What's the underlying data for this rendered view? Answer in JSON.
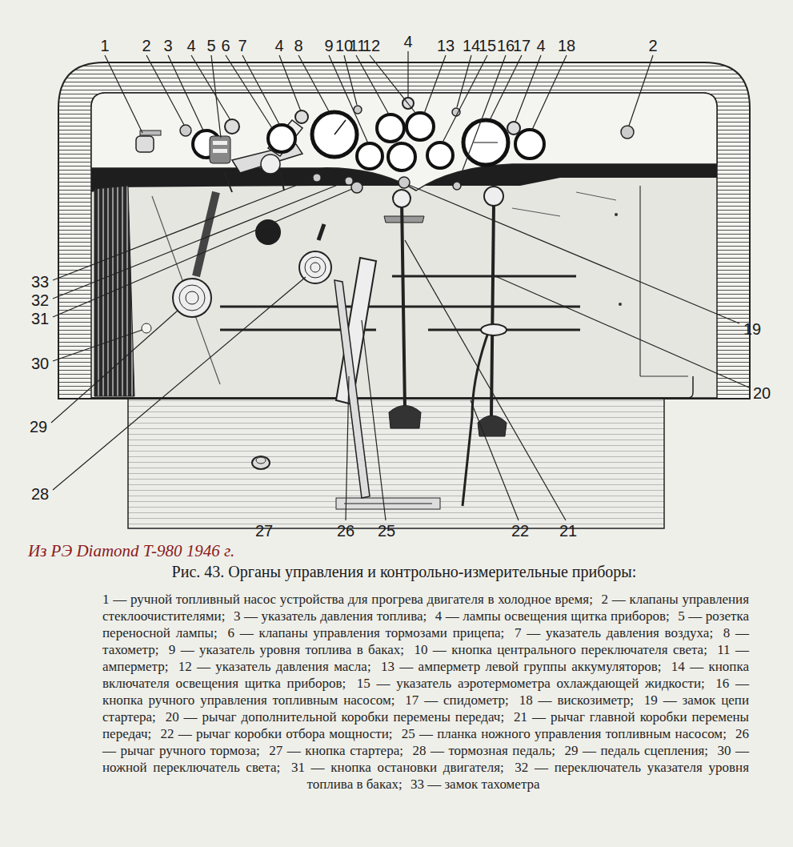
{
  "diagram": {
    "caption": "Рис. 43. Органы управления и контрольно-измерительные приборы:",
    "labels": [
      "Из РЭ Diamond T-980 1946 г.",
      "1",
      "2",
      "3",
      "4",
      "5",
      "6",
      "7",
      "4",
      "8",
      "9",
      "10",
      "11",
      "12",
      "4",
      "13",
      "14",
      "15",
      "16",
      "17",
      "4",
      "18",
      "2",
      "33",
      "32",
      "31",
      "30",
      "29",
      "28",
      "19",
      "20",
      "27",
      "26",
      "25",
      "22",
      "21",
      "1 — ручной топливный насос устройства для прогрева двигателя в холодное время;",
      "2 — клапаны управления стеклоочистителями;",
      "3 — указатель давления топлива;",
      "4 — лампы освещения щитка приборов;",
      "5 — розетка переносной лампы;",
      "6 — клапаны управления тормозами прицепа;",
      "7 — указатель давления воздуха;",
      "8 — тахометр;",
      "9 — указатель уровня топлива в баках;",
      "10 — кнопка центрального переключателя света;",
      "11 — амперметр;",
      "12 — указатель давления масла;",
      "13 — амперметр левой группы аккумуляторов;",
      "14 — кнопка включателя освещения щитка приборов;",
      "15 — указатель аэротермометра охлаждающей жидкости;",
      "16 — кнопка ручного управления топливным насосом;",
      "17 — спидометр;",
      "18 — вискозиметр;",
      "19 — замок цепи стартера;",
      "20 — рычаг дополнительной коробки перемены передач;",
      "21 — рычаг главной коробки перемены передач;",
      "22 — рычаг коробки отбора мощности;",
      "25 — планка ножного управления топливным насосом;",
      "26 — рычаг ручного тормоза;",
      "27 — кнопка стартера;",
      "28 — тормозная педаль;",
      "29 — педаль сцепления;",
      "30 — ножной переключатель света;",
      "31 — кнопка остановки двигателя;",
      "32 — переключатель указателя уровня топлива в баках;",
      "33 — замок тахометра"
    ]
  }
}
